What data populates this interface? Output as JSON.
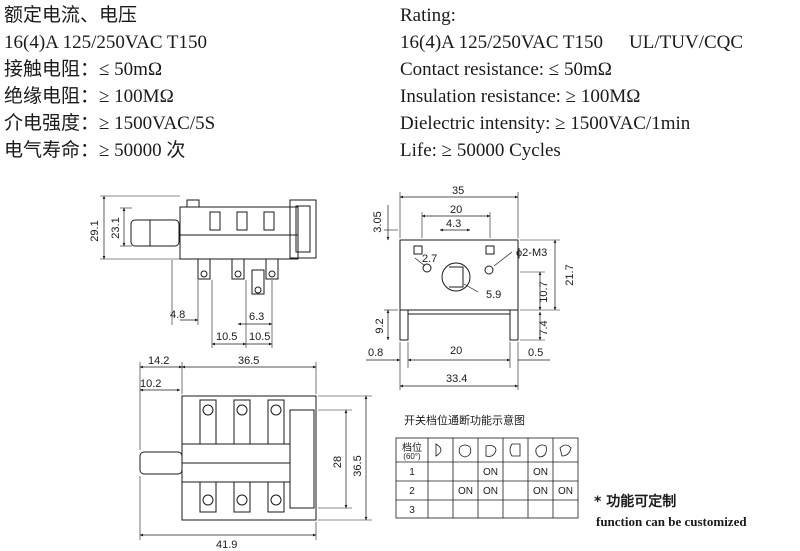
{
  "specs_cn": {
    "title": "额定电流、电压",
    "rating": "16(4)A 125/250VAC T150",
    "contact": "接触电阻：≤ 50mΩ",
    "insulation": "绝缘电阻：≥ 100MΩ",
    "dielectric": "介电强度：≥ 1500VAC/5S",
    "life": "电气寿命：≥ 50000 次"
  },
  "specs_en": {
    "title": "Rating:",
    "rating": "16(4)A 125/250VAC T150",
    "cert": "UL/TUV/CQC",
    "contact": "Contact resistance: ≤ 50mΩ",
    "insulation": "Insulation resistance: ≥ 100MΩ",
    "dielectric": "Dielectric intensity: ≥ 1500VAC/1min",
    "life": "Life: ≥ 50000 Cycles"
  },
  "side_view": {
    "dims": {
      "h29_1": "29.1",
      "h23_1": "23.1",
      "d4_8": "4.8",
      "d6_3": "6.3",
      "d10_5a": "10.5",
      "d10_5b": "10.5"
    }
  },
  "front_view": {
    "dims": {
      "d35": "35",
      "d20_top": "20",
      "d4_3": "4.3",
      "d3_05": "3.05",
      "d2_7": "2.7",
      "hole": "ϕ2-M3",
      "d5_9": "5.9",
      "d21_7": "21.7",
      "d10_7": "10.7",
      "d7_4": "7.4",
      "d9_2": "9.2",
      "d20_bottom": "20",
      "d0_8": "0.8",
      "d0_5": "0.5",
      "d33_4": "33.4"
    }
  },
  "top_view": {
    "dims": {
      "d14_2": "14.2",
      "d36_5_top": "36.5",
      "d10_2": "10.2",
      "d28": "28",
      "d36_5_side": "36.5",
      "d41_9": "41.9"
    }
  },
  "table": {
    "title": "开关档位通断功能示意图",
    "header_label": "档位",
    "header_sub": "(60°)",
    "rows": [
      {
        "label": "1",
        "cells": [
          "",
          "",
          "ON",
          "",
          "ON",
          ""
        ]
      },
      {
        "label": "2",
        "cells": [
          "",
          "ON",
          "ON",
          "",
          "ON",
          "ON"
        ]
      },
      {
        "label": "3",
        "cells": [
          "",
          "",
          "",
          "",
          "",
          ""
        ]
      }
    ]
  },
  "note": {
    "cn": "* 功能可定制",
    "en": "function can be customized"
  }
}
